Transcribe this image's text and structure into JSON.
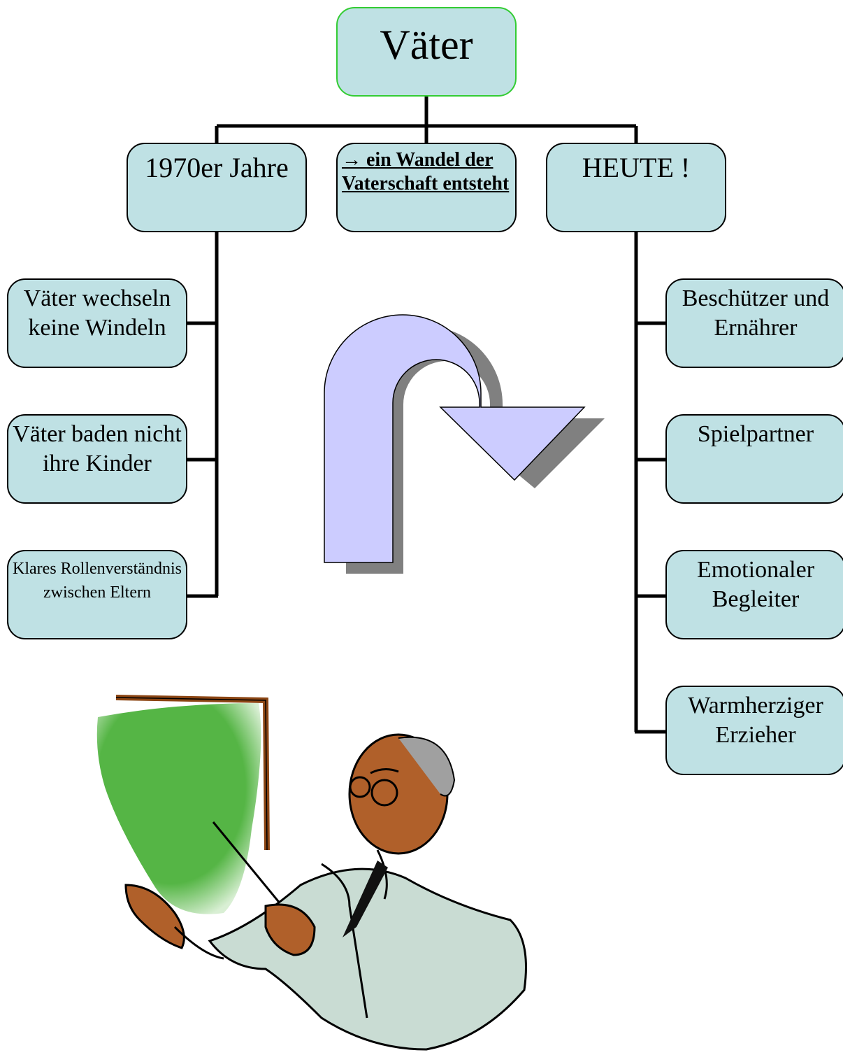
{
  "diagram": {
    "root": {
      "label": "Väter"
    },
    "branches": [
      {
        "label": "1970er Jahre",
        "children": [
          {
            "label": "Väter wechseln keine Windeln"
          },
          {
            "label": "Väter baden nicht ihre Kinder"
          },
          {
            "label": "Klares Rollenverständnis zwischen Eltern"
          }
        ]
      },
      {
        "label": "→ ein Wandel der Vaterschaft entsteht"
      },
      {
        "label": "HEUTE !",
        "children": [
          {
            "label": "Beschützer und Ernährer"
          },
          {
            "label": "Spielpartner"
          },
          {
            "label": "Emotionaler Begleiter"
          },
          {
            "label": "Warmherziger Erzieher"
          }
        ]
      }
    ]
  },
  "colors": {
    "node_fill": "#bfe1e4",
    "root_border": "#33cc33",
    "arrow_fill": "#ccccff",
    "arrow_shadow": "#808080",
    "board_green": "#55b545",
    "board_frame": "#8b4513",
    "suit": "#c9dcd3",
    "skin": "#b0602a"
  },
  "icons": {
    "arrow": "u-turn-arrow-icon",
    "clipart": "teacher-at-board-illustration"
  }
}
